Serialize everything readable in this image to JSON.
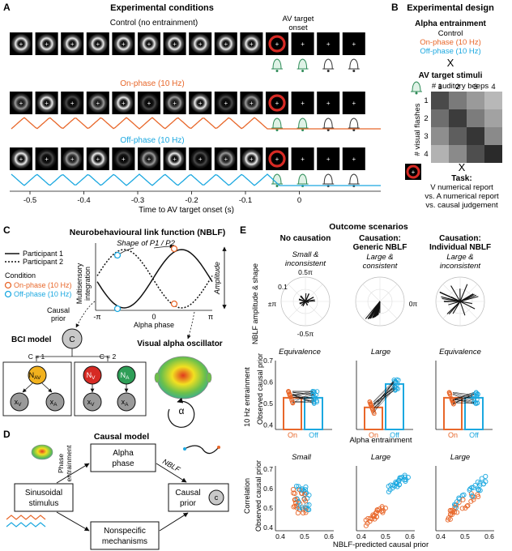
{
  "panel_a": {
    "letter": "A",
    "title": "Experimental conditions",
    "control_label": "Control (no entrainment)",
    "onset_label_1": "AV target",
    "onset_label_2": "onset",
    "on_label": "On-phase (10 Hz)",
    "off_label": "Off-phase (10 Hz)",
    "ticks": [
      "-0.5",
      "-0.4",
      "-0.3",
      "-0.2",
      "-0.1",
      "0"
    ],
    "xlabel": "Time to AV target onset (s)",
    "colors": {
      "on": "#e8672a",
      "off": "#1ba8e0",
      "red_ring": "#d62a24",
      "bell": "#2e8b57"
    }
  },
  "panel_b": {
    "letter": "B",
    "title": "Experimental design",
    "alpha_title": "Alpha entrainment",
    "control": "Control",
    "on": "On-phase (10 Hz)",
    "off": "Off-phase (10 Hz)",
    "cross": "X",
    "av_title": "AV target stimuli",
    "beeps": "# auditory beeps",
    "cols": [
      "1",
      "2",
      "3",
      "4"
    ],
    "rows": [
      "1",
      "2",
      "3",
      "4"
    ],
    "flashes": "# visual flashes",
    "task_title": "Task:",
    "task_1": "V numerical report",
    "task_2": "vs. A numerical report",
    "task_3": "vs. causal judgement",
    "matrix": [
      [
        "#4a4a4a",
        "#7a7a7a",
        "#9a9a9a",
        "#b8b8b8"
      ],
      [
        "#6e6e6e",
        "#3c3c3c",
        "#7c7c7c",
        "#a2a2a2"
      ],
      [
        "#8e8e8e",
        "#5e5e5e",
        "#363636",
        "#8a8a8a"
      ],
      [
        "#b2b2b2",
        "#8a8a8a",
        "#4e4e4e",
        "#2a2a2a"
      ]
    ]
  },
  "panel_c": {
    "letter": "C",
    "title": "Neurobehavioural link function (NBLF)",
    "legend_p1": "Participant 1",
    "legend_p2": "Participant 2",
    "legend_cond": "Condition",
    "legend_on": "On-phase (10 Hz)",
    "legend_off": "Off-phase (10 Hz)",
    "shape_label": "Shape of P1 / P2",
    "ylabel_1": "Multisensory",
    "ylabel_2": "integration",
    "amplitude": "Amplitude",
    "x_ticks": [
      "-π",
      "0",
      "π"
    ],
    "xlabel": "Alpha phase",
    "causal_1": "Causal",
    "causal_2": "prior",
    "bci": "BCI model",
    "c_node": "C",
    "c1": "C = 1",
    "c2": "C = 2",
    "nav": "N",
    "nav_sub": "AV",
    "nv": "N",
    "nv_sub": "V",
    "na": "N",
    "na_sub": "A",
    "xv": "x",
    "xv_sub": "V",
    "xa": "x",
    "xa_sub": "A",
    "oscillator": "Visual alpha oscillator",
    "alpha": "α"
  },
  "panel_d": {
    "letter": "D",
    "title": "Causal model",
    "phase_1": "Phase",
    "phase_2": "entrainment",
    "alpha_1": "Alpha",
    "alpha_2": "phase",
    "nblf": "NBLF",
    "sinus_1": "Sinusoidal",
    "sinus_2": "stimulus",
    "causal_1": "Causal",
    "causal_2": "prior",
    "c_node": "c",
    "nonspec_1": "Nonspecific",
    "nonspec_2": "mechanisms"
  },
  "panel_e": {
    "letter": "E",
    "title": "Outcome scenarios",
    "col1_title": "No causation",
    "col2_title_1": "Causation:",
    "col2_title_2": "Generic NBLF",
    "col3_title_1": "Causation:",
    "col3_title_2": "Individual NBLF",
    "col1_sub_1": "Small &",
    "col1_sub_2": "inconsistent",
    "col2_sub_1": "Large &",
    "col2_sub_2": "consistent",
    "col3_sub_1": "Large &",
    "col3_sub_2": "inconsistent",
    "polar_top": "0.5π",
    "polar_bottom": "-0.5π",
    "polar_left": "±π",
    "polar_right": "0π",
    "polar_r": "0.1",
    "row1_label_1": "NBLF amplitude & shape",
    "row2_side": "10 Hz entrainment",
    "row2_ylabel": "Observed causal prior",
    "row2_col1": "Equivalence",
    "row2_col2": "Large",
    "row2_col3": "Equivalence",
    "on": "On",
    "off": "Off",
    "row2_xlabel": "Alpha entrainment",
    "row3_side": "Correlation",
    "row3_ylabel": "Observed causal prior",
    "row3_col1": "Small",
    "row3_col2": "Large",
    "row3_col3": "Large",
    "row3_xlabel": "NBLF-predicted causal prior",
    "y_ticks": [
      "0.4",
      "0.5",
      "0.6",
      "0.7"
    ],
    "x_ticks": [
      "0.4",
      "0.5",
      "0.6"
    ]
  }
}
